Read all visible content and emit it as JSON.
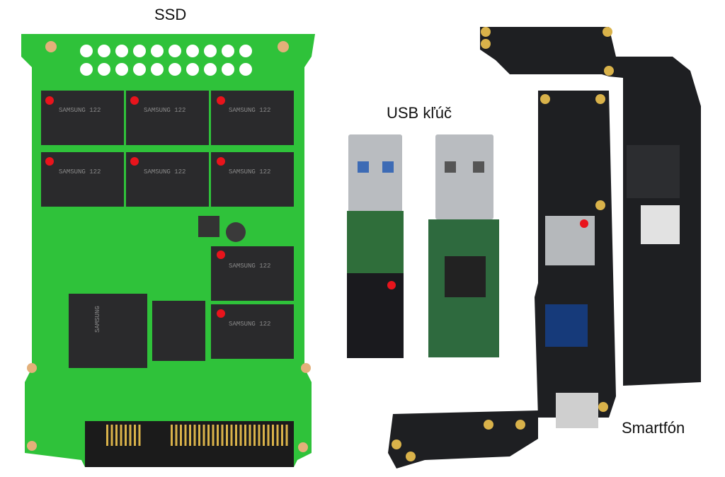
{
  "labels": {
    "ssd": "SSD",
    "usb": "USB kľúč",
    "phone": "Smartfón"
  },
  "chip_marking": "SAMSUNG 122",
  "controller_marking": "SAMSUNG",
  "colors": {
    "pcb_green": "#2fc23a",
    "chip_black": "#2a2a2c",
    "marker_red": "#e8141c",
    "phone_pcb": "#1e1f22",
    "gold": "#d9b24a"
  }
}
